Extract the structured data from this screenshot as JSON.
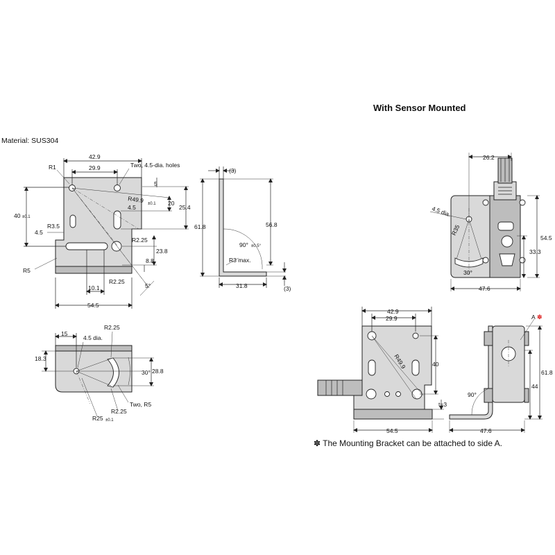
{
  "title": "With Sensor Mounted",
  "material": "Material: SUS304",
  "note": "✽ The Mounting Bracket can be attached to side A.",
  "side_a": "A",
  "side_a_mark": "✽",
  "front_view": {
    "w_top": "42.9",
    "w_holes": "29.9",
    "r1": "R1",
    "two_holes": "Two, 4.5-dia. holes",
    "d5": "5",
    "r_arc": "R49.9",
    "r_arc_tol": "±0.1",
    "d4_5": "4.5",
    "d20": "20",
    "d25_4": "25.4",
    "d40": "40",
    "d40_tol": "±0.1",
    "r3_5": "R3.5",
    "d4_5b": "4.5",
    "r2_25a": "R2.25",
    "d23_8": "23.8",
    "d8_8": "8.8",
    "r5": "R5",
    "d10_1": "10.1",
    "r2_25b": "R2.25",
    "d5deg": "5°",
    "w_bottom": "54.5"
  },
  "side_view": {
    "d3_top": "(3)",
    "h61_8": "61.8",
    "h56_8": "56.8",
    "angle": "90°",
    "angle_tol": "±0.5°",
    "r3max": "R3 max.",
    "d31_8": "31.8",
    "d3_bot": "(3)"
  },
  "bottom_view": {
    "d15": "15",
    "r2_25": "R2.25",
    "dia": "4.5 dia.",
    "d18_3": "18.3",
    "d30deg": "30°",
    "d28_8": "28.8",
    "two_r5": "Two, R5",
    "r2_25b": "R2.25",
    "r25": "R25",
    "r25_tol": "±0.1"
  },
  "mounted_front": {
    "d26_2": "26.2",
    "dia": "4.5 dia.",
    "r35": "R35",
    "d30deg": "30°",
    "d33_3": "33.3",
    "d54_5": "54.5",
    "d47_6": "47.6"
  },
  "mounted_rear": {
    "w42_9": "42.9",
    "w29_9": "29.9",
    "r49_9": "R49.9",
    "d40": "40",
    "t3": "t=3",
    "w54_5": "54.5"
  },
  "mounted_side": {
    "angle": "90°",
    "h61_8": "61.8",
    "h44": "44",
    "w47_6": "47.6"
  }
}
